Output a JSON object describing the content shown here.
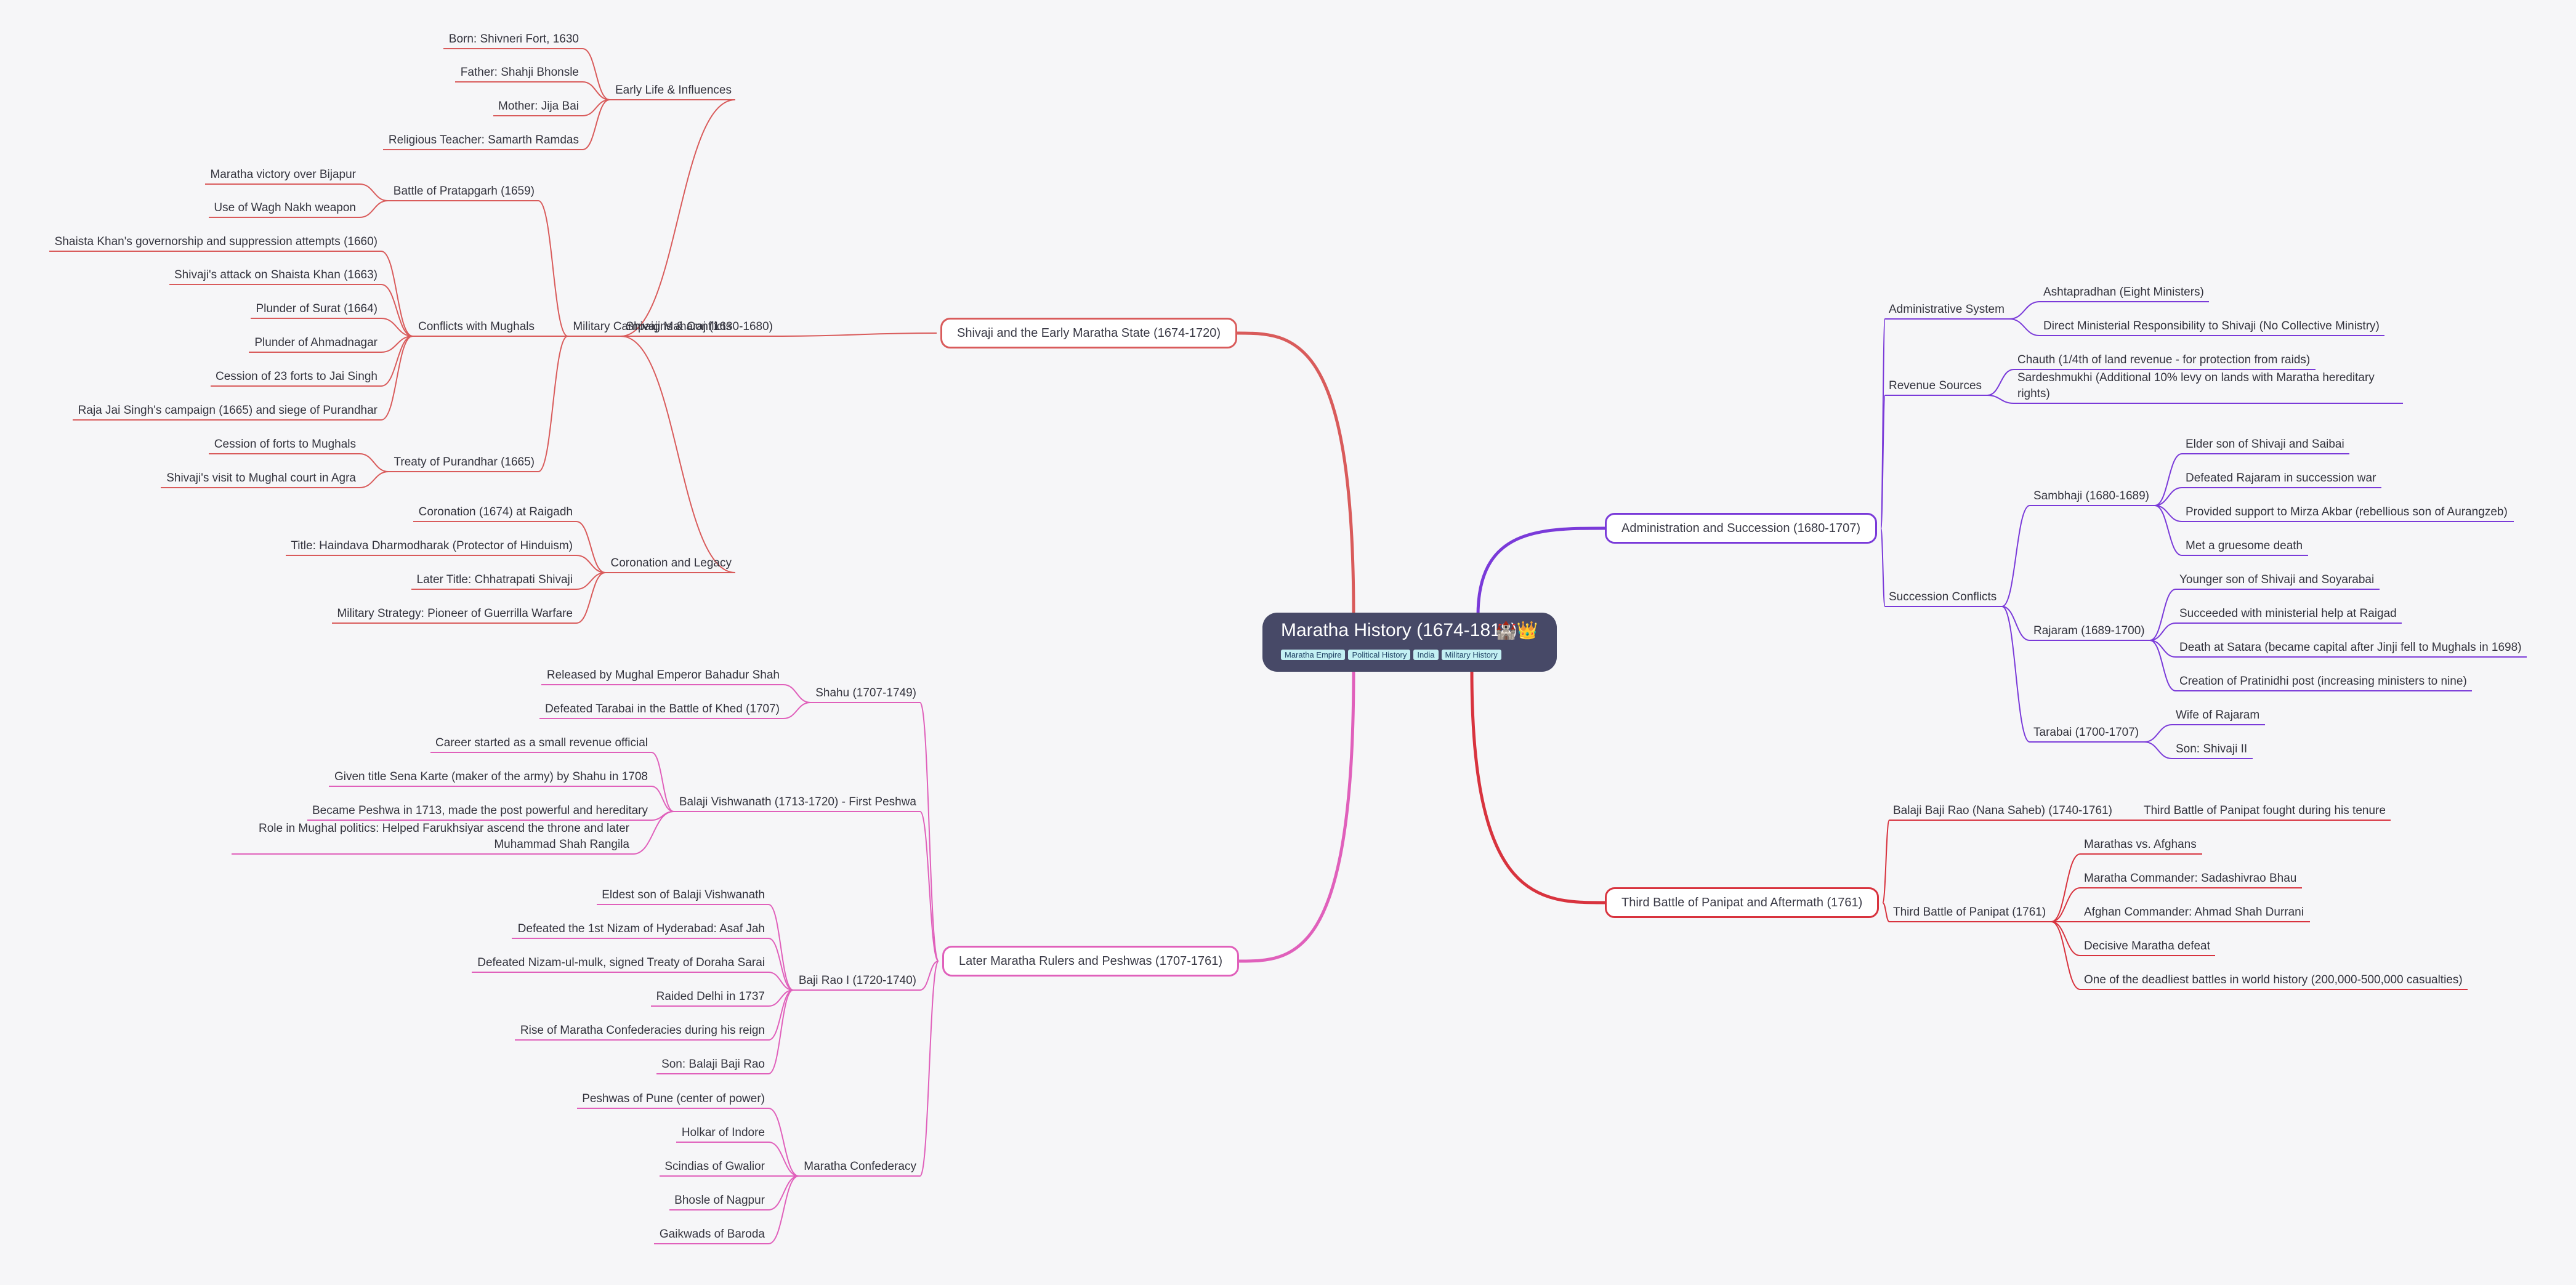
{
  "root": {
    "title": "Maratha History (1674-1818)",
    "icons": "🏰👑",
    "tags": [
      "Maratha Empire",
      "Political History",
      "India",
      "Military History"
    ]
  },
  "branches": [
    {
      "label": "Shivaji and the Early Maratha State (1674-1720)",
      "children": [
        {
          "label": "Shivaji Maharaj (1630-1680)",
          "children": [
            {
              "label": "Early Life & Influences",
              "children": [
                {
                  "label": "Born: Shivneri Fort, 1630"
                },
                {
                  "label": "Father: Shahji Bhonsle"
                },
                {
                  "label": "Mother: Jija Bai"
                },
                {
                  "label": "Religious Teacher: Samarth Ramdas"
                }
              ]
            },
            {
              "label": "Military Campaigns & Conflicts",
              "children": [
                {
                  "label": "Battle of Pratapgarh (1659)",
                  "children": [
                    {
                      "label": "Maratha victory over Bijapur"
                    },
                    {
                      "label": "Use of Wagh Nakh weapon"
                    }
                  ]
                },
                {
                  "label": "Conflicts with Mughals",
                  "children": [
                    {
                      "label": "Shaista Khan's governorship and suppression attempts (1660)"
                    },
                    {
                      "label": "Shivaji's attack on Shaista Khan (1663)"
                    },
                    {
                      "label": "Plunder of Surat (1664)"
                    },
                    {
                      "label": "Plunder of Ahmadnagar"
                    },
                    {
                      "label": "Cession of 23 forts to Jai Singh"
                    },
                    {
                      "label": "Raja Jai Singh's campaign (1665) and siege of Purandhar"
                    }
                  ]
                },
                {
                  "label": "Treaty of Purandhar (1665)",
                  "children": [
                    {
                      "label": "Cession of forts to Mughals"
                    },
                    {
                      "label": "Shivaji's visit to Mughal court in Agra"
                    }
                  ]
                }
              ]
            },
            {
              "label": "Coronation and Legacy",
              "children": [
                {
                  "label": "Coronation (1674) at Raigadh"
                },
                {
                  "label": "Title: Haindava Dharmodharak (Protector of Hinduism)"
                },
                {
                  "label": "Later Title: Chhatrapati Shivaji"
                },
                {
                  "label": "Military Strategy: Pioneer of Guerrilla Warfare"
                }
              ]
            }
          ]
        }
      ]
    },
    {
      "label": "Later Maratha Rulers and Peshwas (1707-1761)",
      "children": [
        {
          "label": "Shahu (1707-1749)",
          "children": [
            {
              "label": "Released by Mughal Emperor Bahadur Shah"
            },
            {
              "label": "Defeated Tarabai in the Battle of Khed (1707)"
            }
          ]
        },
        {
          "label": "Balaji Vishwanath (1713-1720) - First Peshwa",
          "children": [
            {
              "label": "Career started as a small revenue official"
            },
            {
              "label": "Given title Sena Karte (maker of the army) by Shahu in 1708"
            },
            {
              "label": "Became Peshwa in 1713, made the post powerful and hereditary"
            },
            {
              "label": "Role in Mughal politics: Helped Farukhsiyar ascend the throne and later Muhammad Shah Rangila"
            }
          ]
        },
        {
          "label": "Baji Rao I (1720-1740)",
          "children": [
            {
              "label": "Eldest son of Balaji Vishwanath"
            },
            {
              "label": "Defeated the 1st Nizam of Hyderabad: Asaf Jah"
            },
            {
              "label": "Defeated Nizam-ul-mulk, signed Treaty of Doraha Sarai"
            },
            {
              "label": "Raided Delhi in 1737"
            },
            {
              "label": "Rise of Maratha Confederacies during his reign"
            },
            {
              "label": "Son: Balaji Baji Rao"
            }
          ]
        },
        {
          "label": "Maratha Confederacy",
          "children": [
            {
              "label": "Peshwas of Pune (center of power)"
            },
            {
              "label": "Holkar of Indore"
            },
            {
              "label": "Scindias of Gwalior"
            },
            {
              "label": "Bhosle of Nagpur"
            },
            {
              "label": "Gaikwads of Baroda"
            }
          ]
        }
      ]
    },
    {
      "label": "Administration and Succession (1680-1707)",
      "children": [
        {
          "label": "Administrative System",
          "children": [
            {
              "label": "Ashtapradhan (Eight Ministers)"
            },
            {
              "label": "Direct Ministerial Responsibility to Shivaji (No Collective Ministry)"
            }
          ]
        },
        {
          "label": "Revenue Sources",
          "children": [
            {
              "label": "Chauth (1/4th of land revenue - for protection from raids)"
            },
            {
              "label": "Sardeshmukhi (Additional 10% levy on lands with Maratha hereditary rights)"
            }
          ]
        },
        {
          "label": "Succession Conflicts",
          "children": [
            {
              "label": "Sambhaji (1680-1689)",
              "children": [
                {
                  "label": "Elder son of Shivaji and Saibai"
                },
                {
                  "label": "Defeated Rajaram in succession war"
                },
                {
                  "label": "Provided support to Mirza Akbar (rebellious son of Aurangzeb)"
                },
                {
                  "label": "Met a gruesome death"
                }
              ]
            },
            {
              "label": "Rajaram (1689-1700)",
              "children": [
                {
                  "label": "Younger son of Shivaji and Soyarabai"
                },
                {
                  "label": "Succeeded with ministerial help at Raigad"
                },
                {
                  "label": "Death at Satara (became capital after Jinji fell to Mughals in 1698)"
                },
                {
                  "label": "Creation of Pratinidhi post (increasing ministers to nine)"
                }
              ]
            },
            {
              "label": "Tarabai (1700-1707)",
              "children": [
                {
                  "label": "Wife of Rajaram"
                },
                {
                  "label": "Son: Shivaji II"
                }
              ]
            }
          ]
        }
      ]
    },
    {
      "label": "Third Battle of Panipat and Aftermath (1761)",
      "children": [
        {
          "label": "Balaji Baji Rao (Nana Saheb) (1740-1761)",
          "children": [
            {
              "label": "Third Battle of Panipat fought during his tenure"
            }
          ]
        },
        {
          "label": "Third Battle of Panipat (1761)",
          "children": [
            {
              "label": "Marathas vs. Afghans"
            },
            {
              "label": "Maratha Commander: Sadashivrao Bhau"
            },
            {
              "label": "Afghan Commander: Ahmad Shah Durrani"
            },
            {
              "label": "Decisive Maratha defeat"
            },
            {
              "label": "One of the deadliest battles in world history (200,000-500,000 casualties)"
            }
          ]
        }
      ]
    }
  ]
}
